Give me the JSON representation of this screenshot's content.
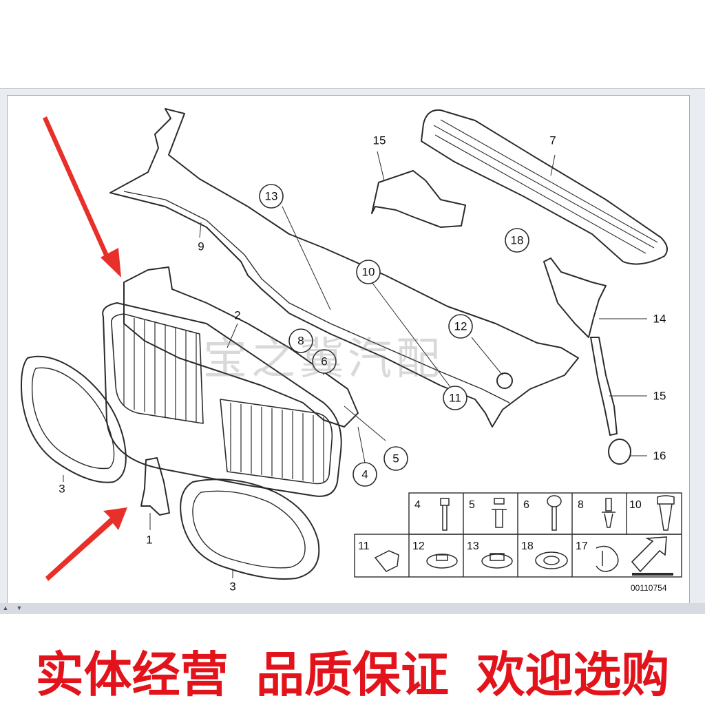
{
  "diagram": {
    "callouts": [
      {
        "id": "13",
        "text": "13",
        "circled": true
      },
      {
        "id": "10",
        "text": "10",
        "circled": true
      },
      {
        "id": "12",
        "text": "12",
        "circled": true
      },
      {
        "id": "8",
        "text": "8",
        "circled": true
      },
      {
        "id": "6",
        "text": "6",
        "circled": true
      },
      {
        "id": "11",
        "text": "11",
        "circled": true
      },
      {
        "id": "18",
        "text": "18",
        "circled": true
      },
      {
        "id": "4",
        "text": "4",
        "circled": true
      },
      {
        "id": "5",
        "text": "5",
        "circled": true
      },
      {
        "id": "9",
        "text": "9",
        "circled": false
      },
      {
        "id": "2",
        "text": "2",
        "circled": false
      },
      {
        "id": "7",
        "text": "7",
        "circled": false
      },
      {
        "id": "15a",
        "text": "15",
        "circled": false
      },
      {
        "id": "14",
        "text": "14",
        "circled": false
      },
      {
        "id": "15b",
        "text": "15",
        "circled": false
      },
      {
        "id": "16",
        "text": "16",
        "circled": false
      },
      {
        "id": "3a",
        "text": "3",
        "circled": false
      },
      {
        "id": "3b",
        "text": "3",
        "circled": false
      },
      {
        "id": "1",
        "text": "1",
        "circled": false
      }
    ],
    "legend": {
      "row1": [
        "4",
        "5",
        "6",
        "8",
        "10"
      ],
      "row2": [
        "11",
        "12",
        "13",
        "18",
        "17"
      ]
    },
    "diagram_code": "00110754",
    "watermark": "宝之冀汽配",
    "arrow_color": "#e8302a"
  },
  "banner": {
    "phrases": [
      "实体经营",
      "品质保证",
      "欢迎选购"
    ],
    "color": "#e3131b"
  }
}
